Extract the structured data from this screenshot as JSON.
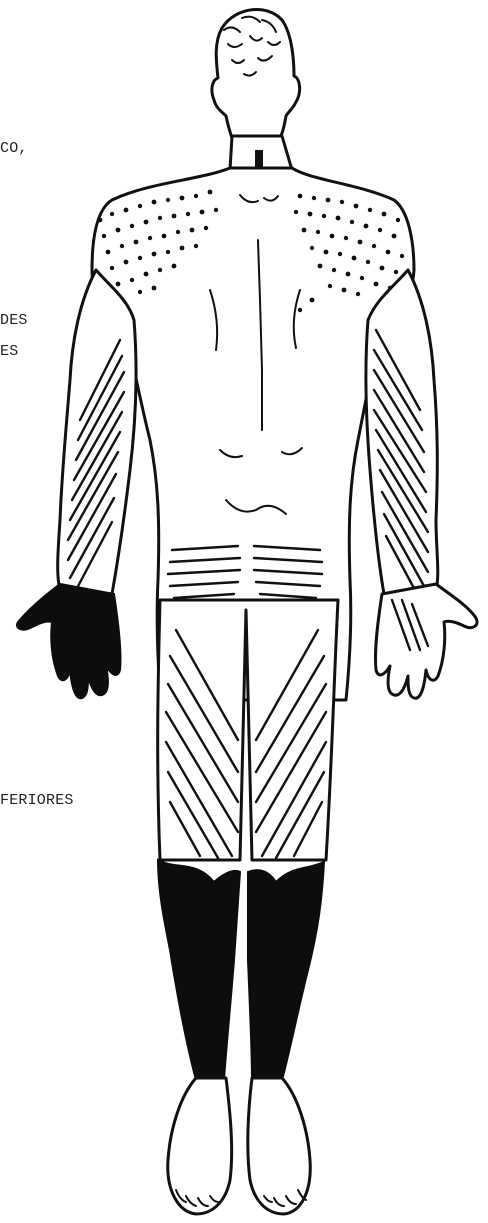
{
  "labels": {
    "top_fragment": "CO,",
    "middle_fragment_1": "DES",
    "middle_fragment_2": "ES",
    "lower_fragment": "FERIORES"
  },
  "figure": {
    "view": "posterior",
    "icon": "human-body-back-view",
    "colors": {
      "ink": "#111111",
      "background": "#ffffff"
    }
  }
}
